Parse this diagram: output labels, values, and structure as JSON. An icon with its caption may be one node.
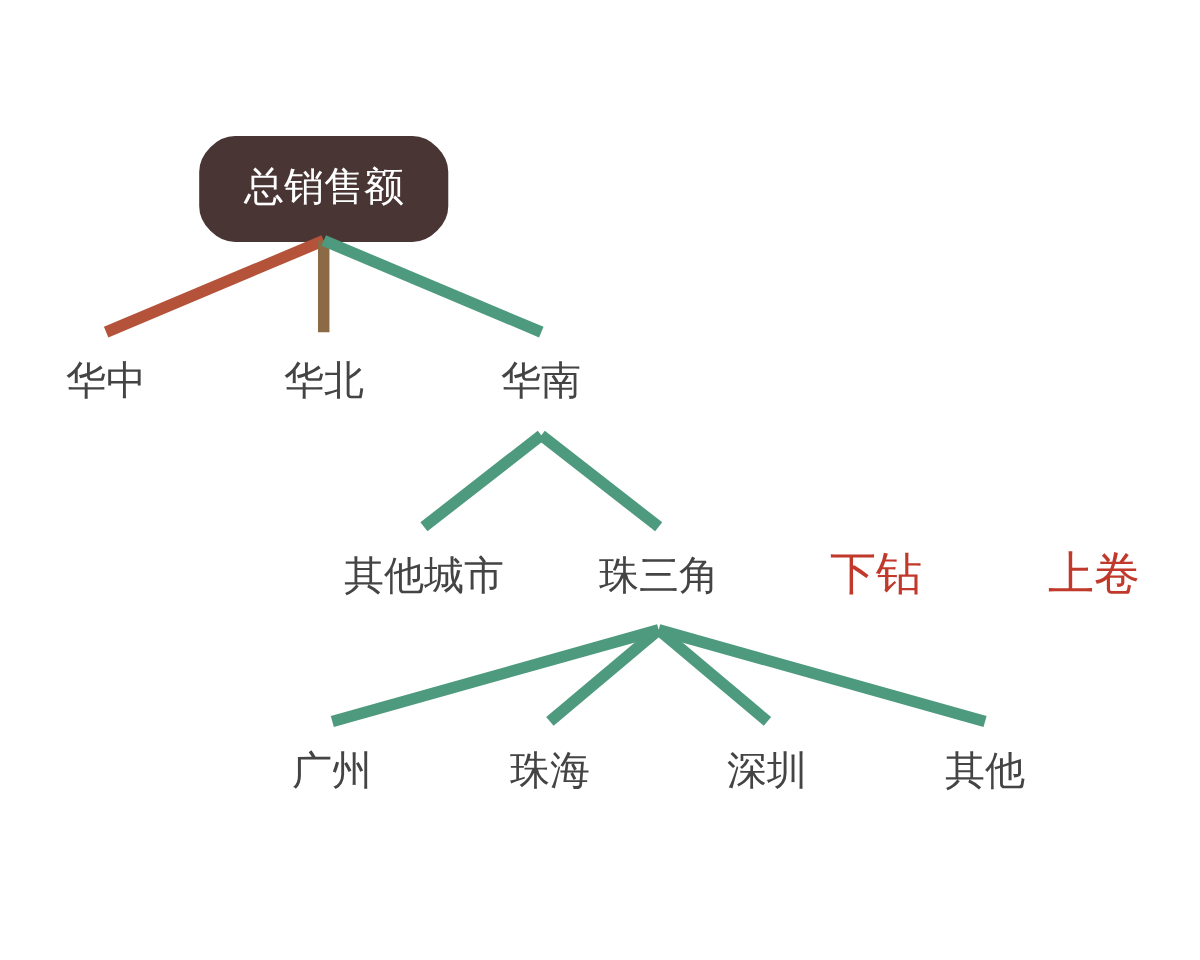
{
  "diagram": {
    "nodes": [
      {
        "text": [
          "总销售额"
        ]
      },
      {
        "text": [
          "华中"
        ]
      },
      {
        "text": [
          "华北"
        ]
      },
      {
        "text": [
          "华南"
        ]
      },
      {
        "text": [
          "其他城市"
        ]
      },
      {
        "text": [
          "珠三角"
        ]
      },
      {
        "text": [
          "广州"
        ]
      },
      {
        "text": [
          "珠海"
        ]
      },
      {
        "text": [
          "深圳"
        ]
      },
      {
        "text": [
          "其他"
        ]
      }
    ],
    "edges": [
      {
        "from": 0,
        "to": 1,
        "arrow": "none",
        "color": "#b5533a"
      },
      {
        "from": 0,
        "to": 2,
        "arrow": "none",
        "color": "#8b6a45"
      },
      {
        "from": 0,
        "to": 3,
        "arrow": "none"
      },
      {
        "from": 3,
        "to": 4,
        "arrow": "none"
      },
      {
        "from": 3,
        "to": 5,
        "arrow": "none"
      },
      {
        "from": 5,
        "to": 6,
        "arrow": "none"
      },
      {
        "from": 5,
        "to": 7,
        "arrow": "none"
      },
      {
        "from": 5,
        "to": 8,
        "arrow": "none"
      },
      {
        "from": 5,
        "to": 9,
        "arrow": "none"
      }
    ],
    "labels": [
      "下钻",
      "上卷"
    ]
  }
}
